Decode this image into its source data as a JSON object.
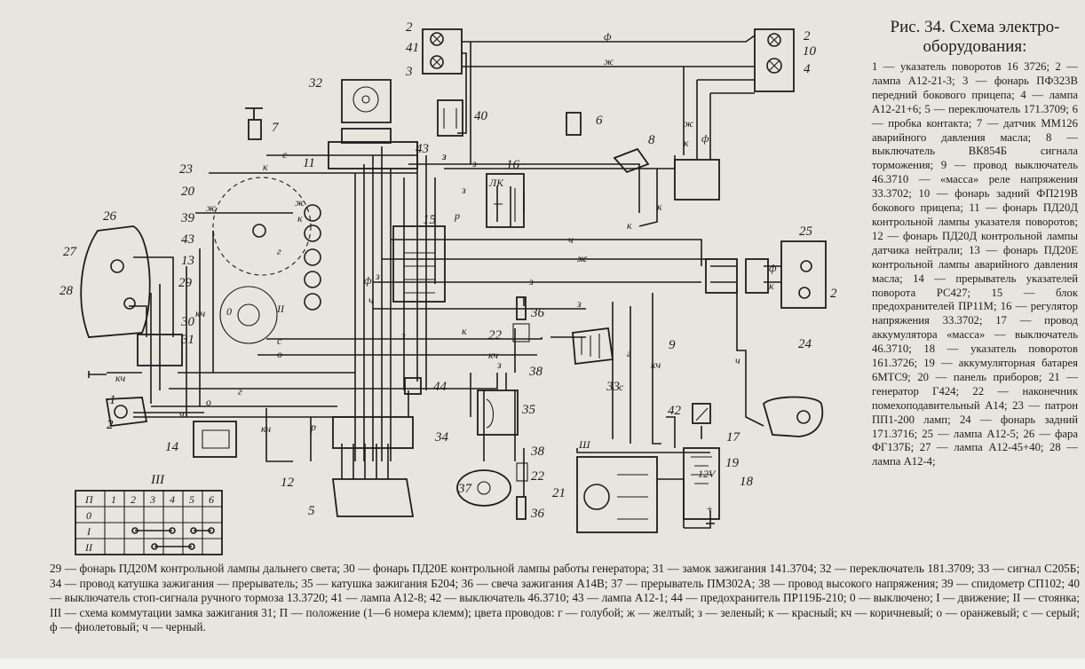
{
  "figure": {
    "title": "Рис. 34. Схема электро­оборудования:"
  },
  "legend_right": "1 — указатель поворотов 16 3726; 2 — лампа А12-21-3; 3 — фонарь ПФ323В передний бокового прицепа; 4 — лампа А12-21+6; 5 — переключатель 171.3709; 6 — пробка контакта; 7 — датчик ММ126 аварийного давления масла; 8 — выключатель ВК854Б сигнала торможения; 9 — провод выключатель 46.3710 — «масса» реле напряжения 33.3702; 10 — фонарь задний ФП219В бокового прицепа; 11 — фонарь ПД20Д контрольной лампы указателя поворотов; 12 — фонарь ПД20Д контрольной лампы датчика нейтрали; 13 — фонарь ПД20Е контрольной лампы аварийного давления масла; 14 — прерыватель указателей поворота РС427; 15 — блок предохранителей ПР11М; 16 — регулятор напряжения 33.3702; 17 — провод аккумулятора «масса» — выключатель 46.3710; 18 — указатель поворотов 161.3726; 19 — аккумуляторная батарея 6МТС9; 20 — панель приборов; 21 — генератор Г424; 22 — наконечник помехоподавительный А14; 23 — патрон ПП1-200 ламп; 24 — фонарь задний 171.3716; 25 — лампа А12-5; 26 — фара ФГ137Б; 27 — лампа А12-45+40; 28 — лампа А12-4;",
  "legend_bottom": "29 — фонарь ПД20М контрольной лампы дальнего света; 30 — фонарь ПД20Е контрольной лампы работы генератора; 31 — замок зажигания 141.3704; 32 — переключатель 181.3709; 33 — сигнал С205Б; 34 — провод катушка зажигания — прерыватель; 35 — катушка зажигания Б204; 36 — свеча зажигания А14В; 37 — прерыватель ПМ302А; 38 — провод высокого напряжения; 39 — спидометр СП102; 40 — выключатель стоп-сигнала ручного тормоза 13.3720; 41 — лампа А12-8; 42 — выключатель 46.3710; 43 — лампа А12-1; 44 — предохранитель ПР119Б-210; 0 — выключено; I — движение; II — стоянка; III — схема коммутации замка зажигания 31; П — положение (1—6 номера клемм); цвета проводов: г — голубой; ж — желтый; з — зеленый; к — красный; кч — коричневый; о — оранжевый; с — серый; ф — фиолетовый; ч — черный.",
  "diagram": {
    "component_numbers": [
      "1",
      "2",
      "2",
      "2",
      "2",
      "3",
      "4",
      "5",
      "6",
      "7",
      "8",
      "9",
      "10",
      "11",
      "12",
      "13",
      "14",
      "15",
      "16",
      "17",
      "18",
      "19",
      "20",
      "21",
      "22",
      "22",
      "23",
      "24",
      "25",
      "26",
      "27",
      "28",
      "29",
      "30",
      "31",
      "32",
      "33",
      "34",
      "35",
      "36",
      "36",
      "37",
      "38",
      "38",
      "39",
      "40",
      "41",
      "42",
      "43",
      "43",
      "44"
    ],
    "wire_color_labels": [
      "ф",
      "ж",
      "к",
      "ф",
      "ж",
      "к",
      "с",
      "ж",
      "к",
      "г",
      "ж",
      "кч",
      "о",
      "с",
      "з",
      "з",
      "ч",
      "з",
      "ж",
      "з",
      "з",
      "з",
      "р",
      "кч",
      "г",
      "о",
      "ч",
      "кч",
      "к",
      "кч",
      "з",
      "з",
      "з",
      "с",
      "кч",
      "р",
      "ф",
      "ч",
      "г",
      "к",
      "ф",
      "ж",
      "к",
      "ч",
      "к"
    ],
    "table_III": {
      "title": "III",
      "header": [
        "П",
        "1",
        "2",
        "3",
        "4",
        "5",
        "6"
      ],
      "rows": [
        "0",
        "I",
        "II"
      ]
    },
    "labels": {
      "voltage": "12V",
      "sh": "Ш",
      "lk": "ЛК",
      "plus": "+",
      "roman_ii": "II",
      "zero": "0"
    }
  }
}
